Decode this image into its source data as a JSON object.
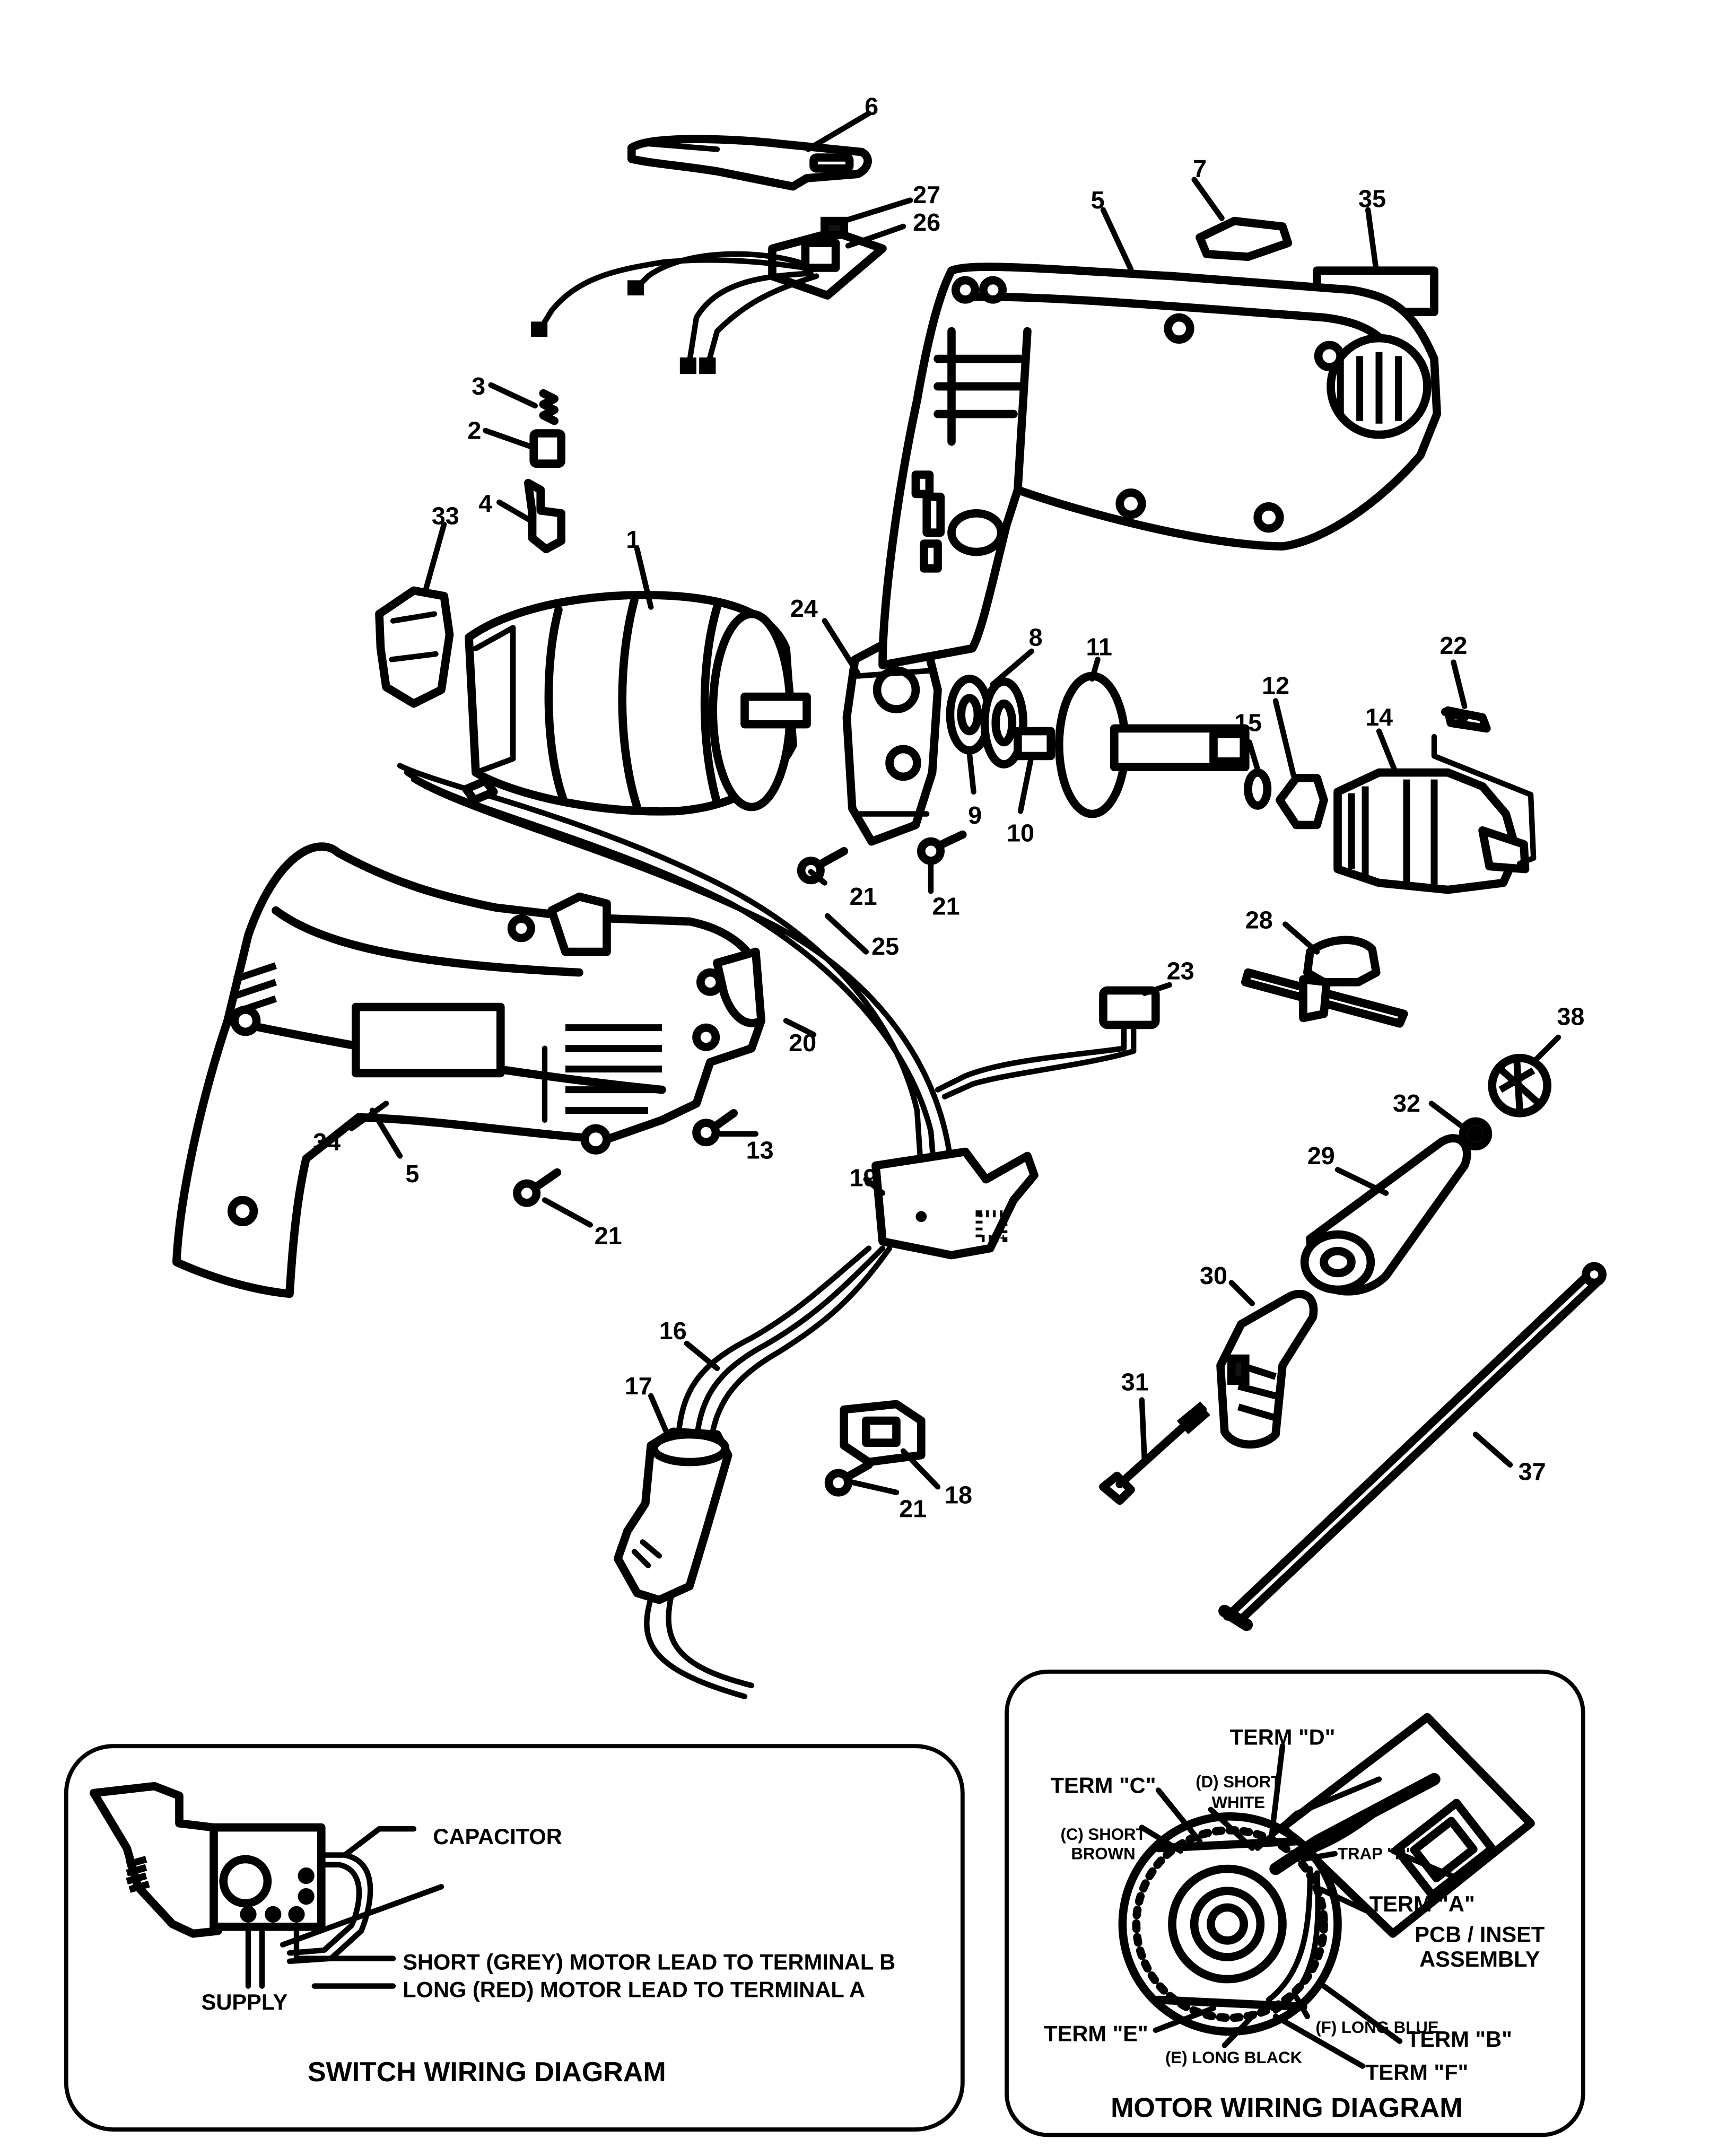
{
  "parts": {
    "p1": "1",
    "p2": "2",
    "p3": "3",
    "p4": "4",
    "p5_top": "5",
    "p5_bottom": "5",
    "p6": "6",
    "p7": "7",
    "p8": "8",
    "p9": "9",
    "p10": "10",
    "p11": "11",
    "p12": "12",
    "p13": "13",
    "p14": "14",
    "p15": "15",
    "p16": "16",
    "p17": "17",
    "p18": "18",
    "p19": "19",
    "p20": "20",
    "p21_a": "21",
    "p21_b": "21",
    "p21_c": "21",
    "p21_d": "21",
    "p22": "22",
    "p23": "23",
    "p24": "24",
    "p25": "25",
    "p26": "26",
    "p27": "27",
    "p28": "28",
    "p29": "29",
    "p30": "30",
    "p31": "31",
    "p32": "32",
    "p33": "33",
    "p34": "34",
    "p35": "35",
    "p37": "37",
    "p38": "38"
  },
  "switch_wiring": {
    "title": "SWITCH WIRING DIAGRAM",
    "capacitor": "CAPACITOR",
    "supply": "SUPPLY",
    "short_lead": "SHORT (GREY) MOTOR LEAD TO TERMINAL B",
    "long_lead": "LONG (RED) MOTOR LEAD TO TERMINAL A"
  },
  "motor_wiring": {
    "title": "MOTOR WIRING DIAGRAM",
    "term_d": "TERM \"D\"",
    "term_c": "TERM \"C\"",
    "d_short_white_1": "(D) SHORT",
    "d_short_white_2": "WHITE",
    "c_short_brown_1": "(C) SHORT",
    "c_short_brown_2": "BROWN",
    "trap_p": "TRAP \"P\"",
    "term_a": "TERM \"A\"",
    "pcb_1": "PCB / INSET",
    "pcb_2": "ASSEMBLY",
    "term_b": "TERM \"B\"",
    "f_long_blue": "(F) LONG BLUE",
    "term_e": "TERM \"E\"",
    "e_long_black": "(E) LONG BLACK",
    "term_f": "TERM \"F\""
  }
}
